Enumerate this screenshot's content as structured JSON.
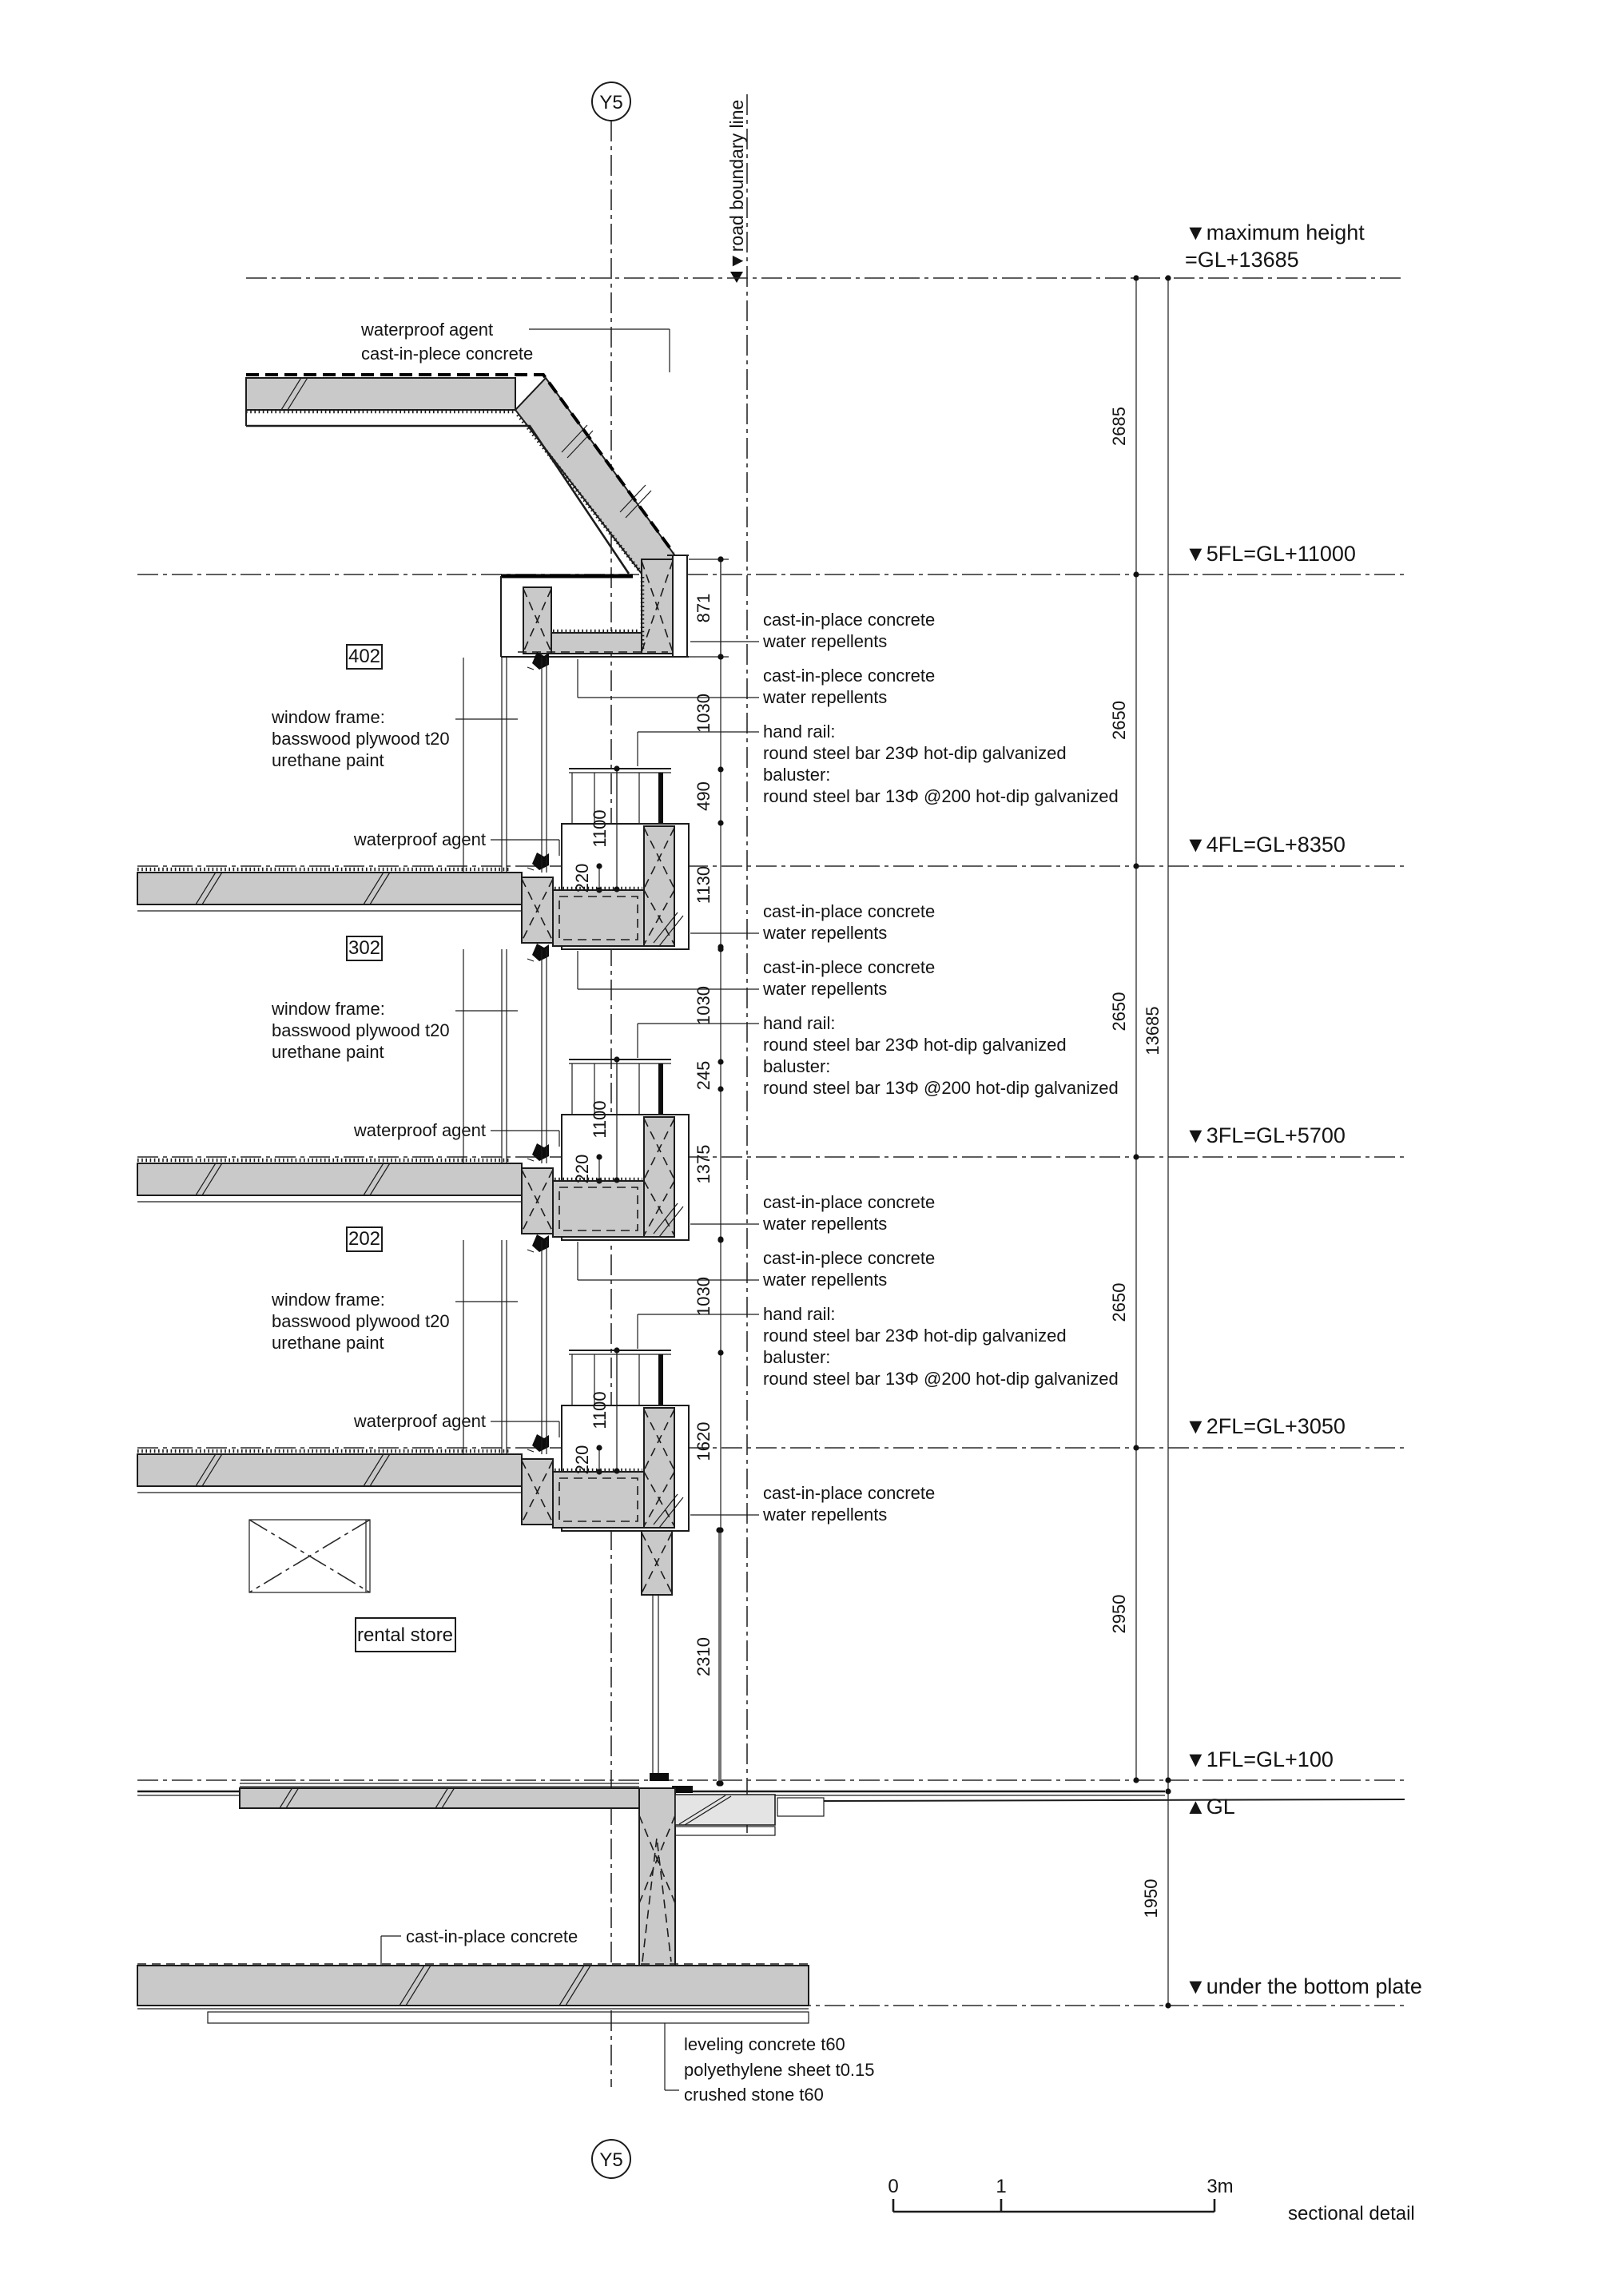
{
  "drawing": {
    "grid_marker": "Y5",
    "road_boundary_label": "▼road boundary line",
    "levels": [
      {
        "id": "max",
        "lines": [
          "▼maximum height",
          "=GL+13685"
        ]
      },
      {
        "id": "f5",
        "lines": [
          "▼5FL=GL+11000"
        ]
      },
      {
        "id": "f4",
        "lines": [
          "▼4FL=GL+8350"
        ]
      },
      {
        "id": "f3",
        "lines": [
          "▼3FL=GL+5700"
        ]
      },
      {
        "id": "f2",
        "lines": [
          "▼2FL=GL+3050"
        ]
      },
      {
        "id": "f1",
        "lines": [
          "▼1FL=GL+100"
        ]
      },
      {
        "id": "gl",
        "lines": [
          "▲GL"
        ]
      },
      {
        "id": "bot",
        "lines": [
          "▼under the bottom plate"
        ]
      }
    ],
    "right_dims": {
      "chain": [
        "2685",
        "2650",
        "2650",
        "2650",
        "2950"
      ],
      "overall": "13685",
      "below_gl": "1950"
    },
    "detail_dims": {
      "col_a_g5": [
        "871",
        "1030",
        "490",
        "1130"
      ],
      "col_a_g4": [
        "1030",
        "245",
        "1375"
      ],
      "col_a_g3": [
        "1030",
        "1620",
        "2310"
      ],
      "col_b": [
        "1100",
        "220"
      ]
    },
    "rooms": [
      {
        "id": "402",
        "label": "402"
      },
      {
        "id": "302",
        "label": "302"
      },
      {
        "id": "202",
        "label": "202"
      },
      {
        "id": "rental",
        "label": "rental store"
      }
    ],
    "roof_note": [
      "waterproof agent",
      "cast-in-plece concrete"
    ],
    "window_note": [
      "window frame:",
      "basswood plywood t20",
      "urethane paint"
    ],
    "waterproof_note": "waterproof agent",
    "floor_notes": {
      "pair1": [
        "cast-in-place concrete",
        "water repellents"
      ],
      "pair2": [
        "cast-in-plece concrete",
        "water repellents"
      ],
      "handrail": [
        "hand rail:",
        "round steel bar 23Φ  hot-dip galvanized",
        "baluster:",
        "round steel bar 13Φ @200 hot-dip galvanized"
      ]
    },
    "foundation_notes": {
      "concrete": "cast-in-place concrete",
      "layers": [
        "leveling concrete t60",
        "polyethylene sheet t0.15",
        "crushed stone t60"
      ]
    },
    "scale_bar": {
      "ticks": [
        "0",
        "1",
        "3m"
      ],
      "caption": "sectional detail"
    },
    "colors": {
      "line": "#1c1c1c",
      "concrete_fill": "#c9c9c9",
      "paper": "#ffffff"
    }
  }
}
